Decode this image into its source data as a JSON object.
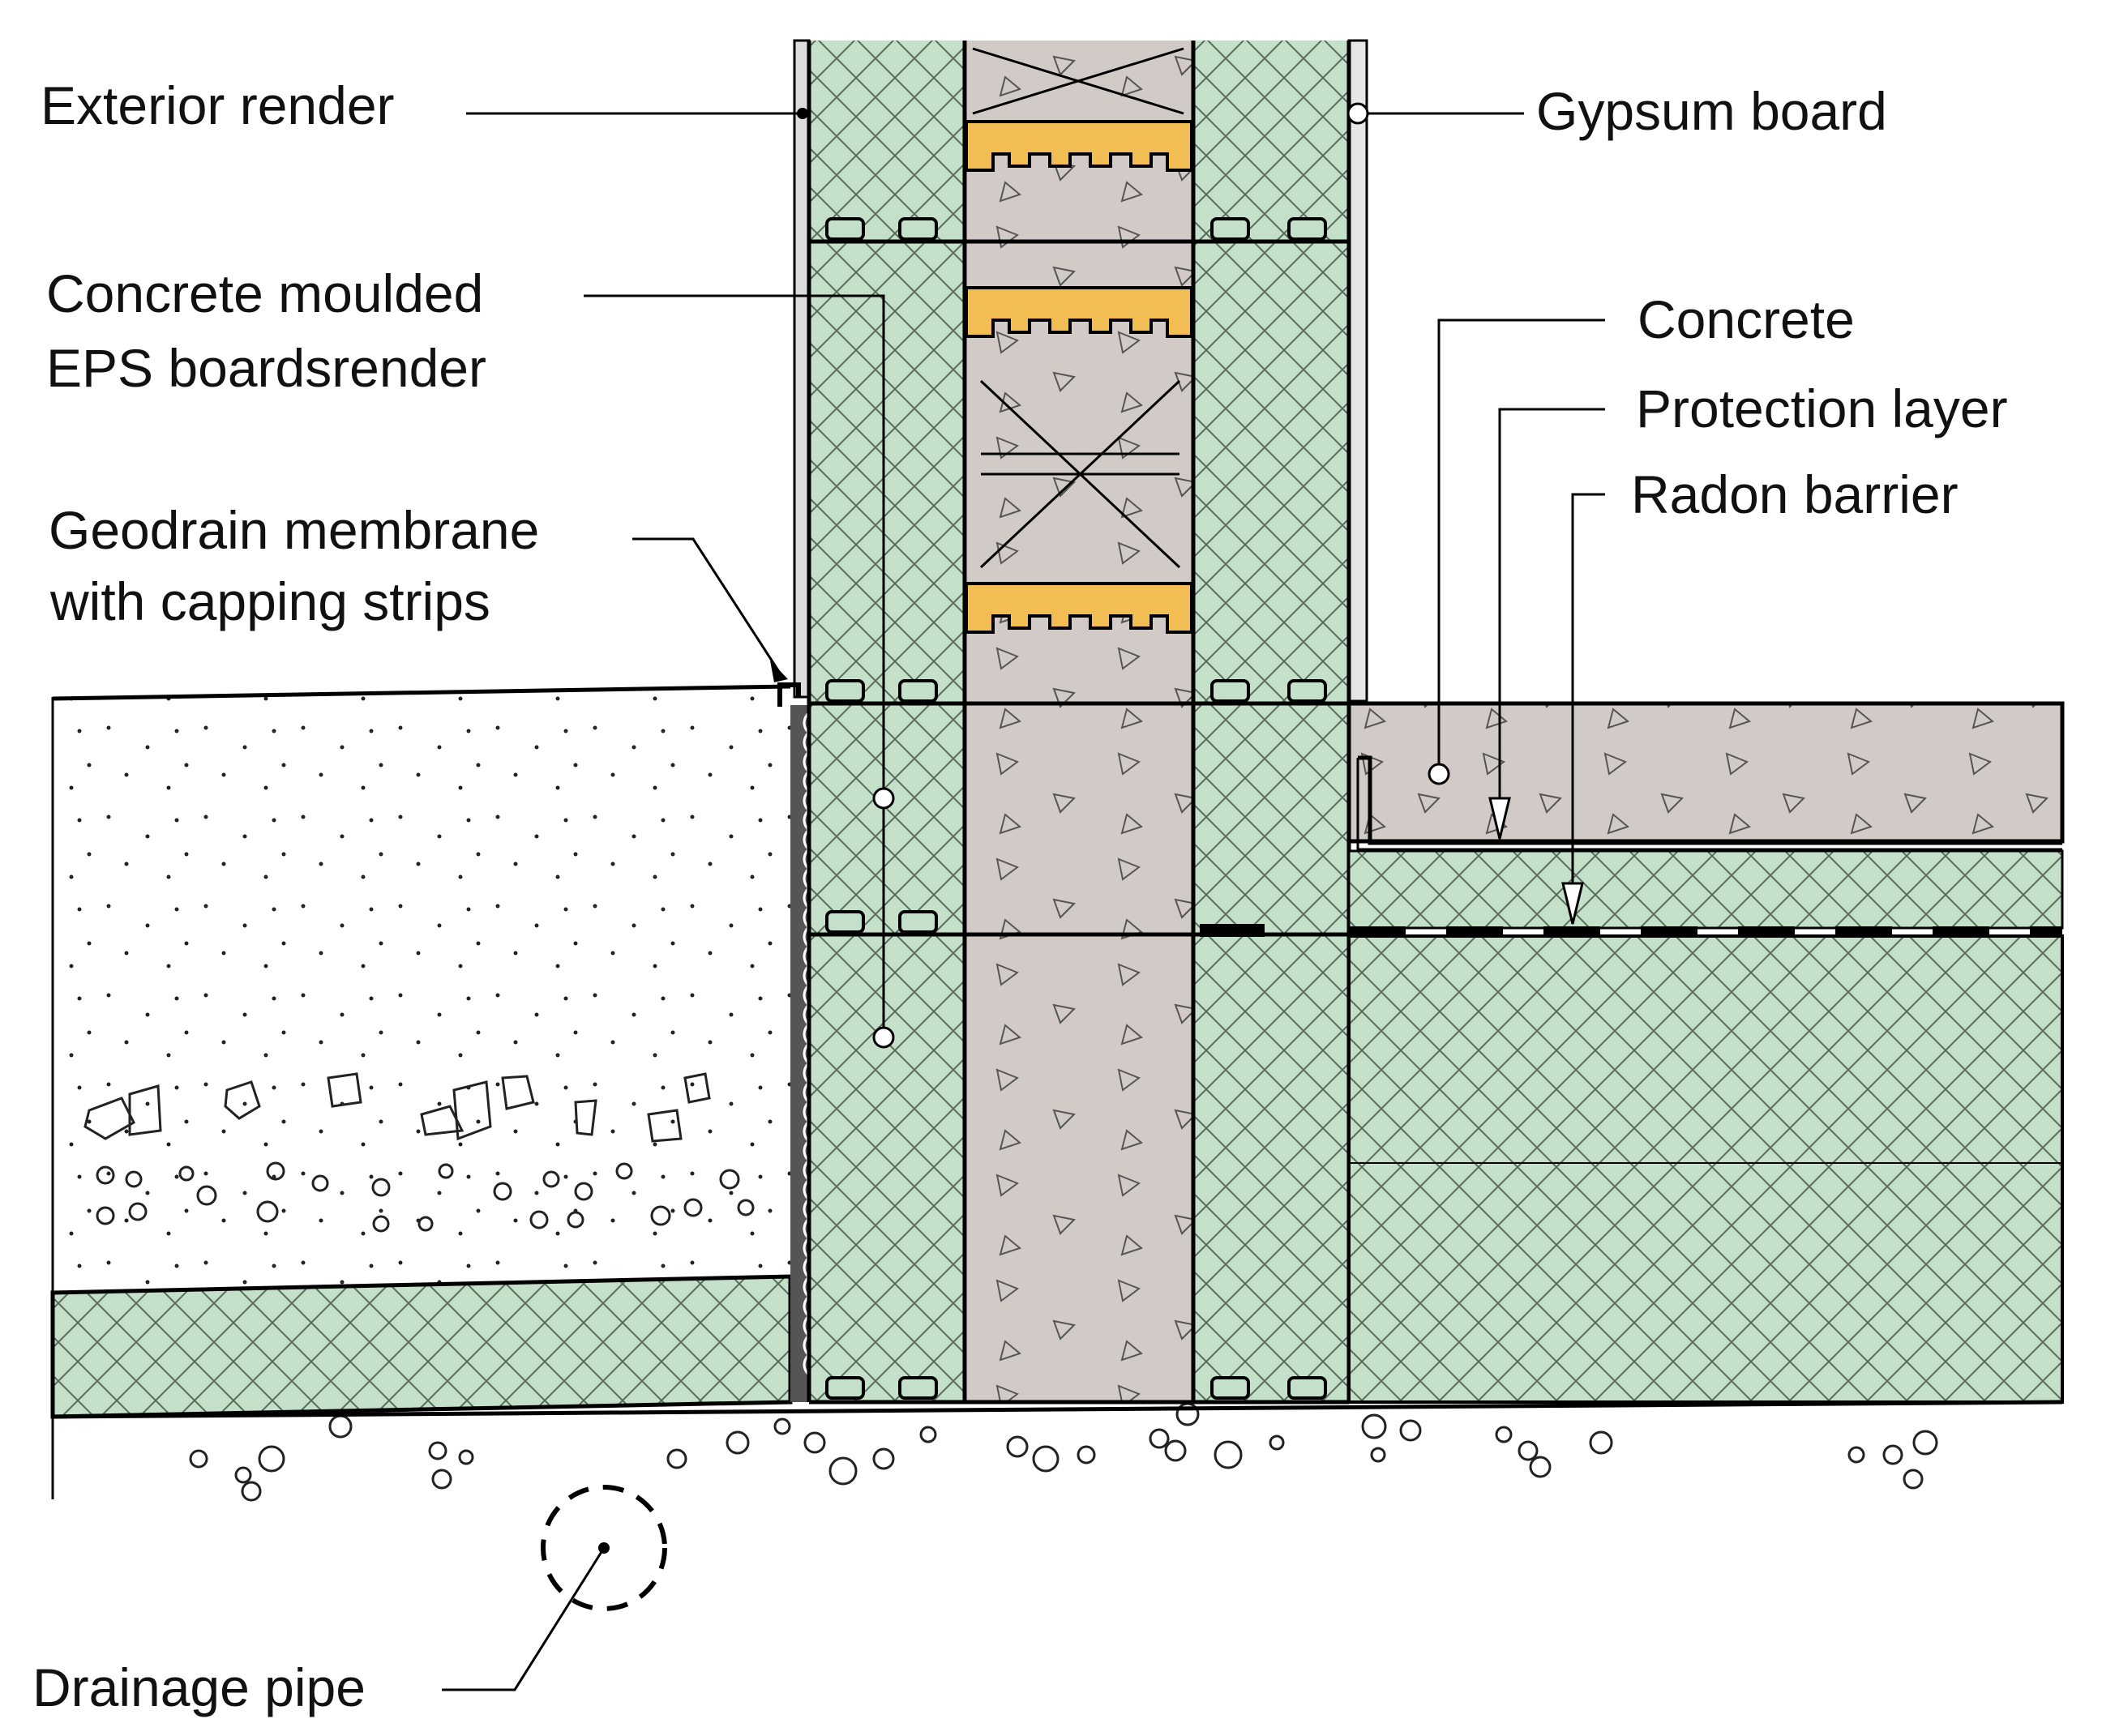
{
  "labels": {
    "exterior_render": "Exterior render",
    "concrete_moulded_line1": "Concrete moulded",
    "concrete_moulded_line2": "EPS boardsrender",
    "geodrain_line1": "Geodrain membrane",
    "geodrain_line2": "with capping strips",
    "drainage_pipe": "Drainage pipe",
    "gypsum_board": "Gypsum board",
    "concrete": "Concrete",
    "protection_layer": "Protection layer",
    "radon_barrier": "Radon barrier"
  },
  "colors": {
    "insulation": "#c4e0c8",
    "concrete": "#d2cac6",
    "render": "#dcdcdc",
    "connector": "#f2bd52",
    "ink": "#000000"
  }
}
